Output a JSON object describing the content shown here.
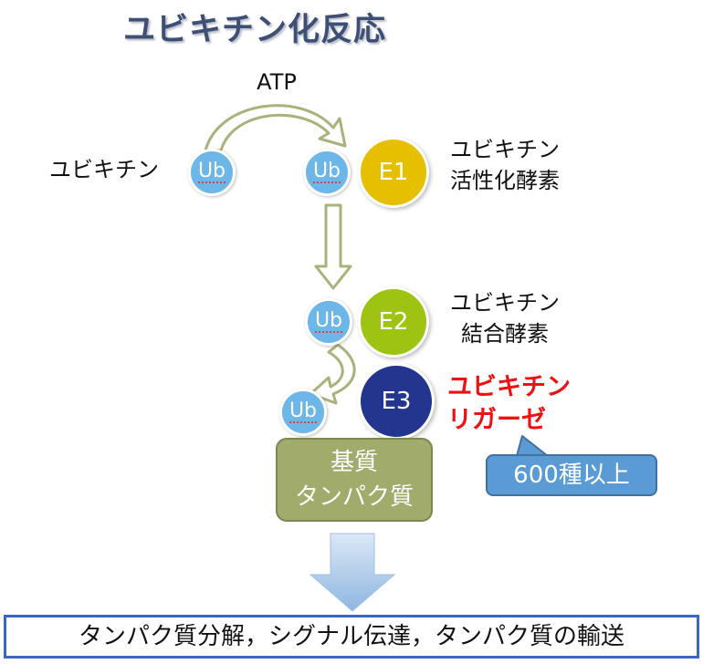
{
  "title": "ユビキチン化反応",
  "atp_label": "ATP",
  "ubiquitin_label": "ユビキチン",
  "ub_text": "Ub",
  "e1": {
    "text": "E1",
    "name_line1": "ユビキチン",
    "name_line2": "活性化酵素",
    "color": "#e6c000"
  },
  "e2": {
    "text": "E2",
    "name_line1": "ユビキチン",
    "name_line2": "結合酵素",
    "color": "#9cc411"
  },
  "e3": {
    "text": "E3",
    "name_line1": "ユビキチン",
    "name_line2": "リガーゼ",
    "color": "#23358f"
  },
  "callout": "600種以上",
  "substrate": {
    "line1": "基質",
    "line2": "タンパク質"
  },
  "result": "タンパク質分解，シグナル伝達，タンパク質の輸送",
  "colors": {
    "ub": "#6db6e8",
    "arrow_fill": "#ffffff",
    "arrow_stroke": "#a7b37a",
    "big_arrow": "#9ec1e6",
    "title": "#3d4f74",
    "highlight": "#ee1111"
  }
}
